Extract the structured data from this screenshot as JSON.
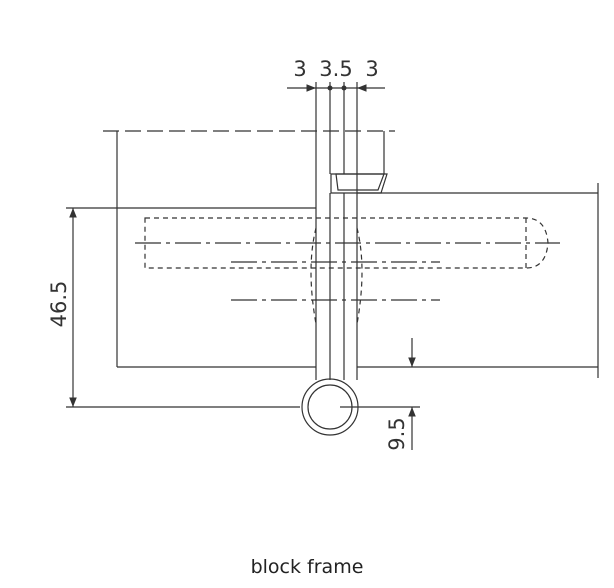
{
  "dimensions": {
    "top_left": "3",
    "top_middle": "3.5",
    "top_right": "3",
    "height": "46.5",
    "offset": "9.5"
  },
  "caption": "block frame",
  "colors": {
    "line": "#333333",
    "background": "#ffffff"
  }
}
